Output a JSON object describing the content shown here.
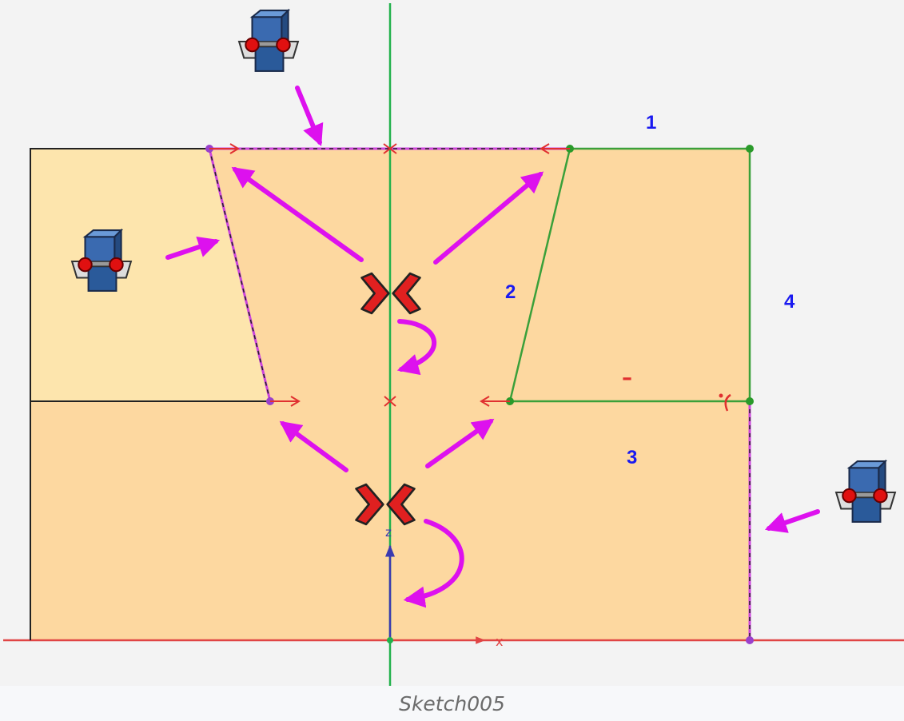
{
  "caption": "Sketch005",
  "labels": {
    "region_1": "1",
    "region_2": "2",
    "region_3": "3",
    "region_4": "4",
    "minus_sign": "–",
    "axis_x": "x",
    "axis_z": "z"
  },
  "colors": {
    "canvas_bg": "#f3f3f3",
    "fill_left_upper": "#fde5ad",
    "fill_main": "#fdd8a0",
    "construction_line": "#22b14c",
    "axis_x_line": "#e04444",
    "axis_z_line": "#3a3ab0",
    "edge_black": "#222222",
    "edge_selected": "#cc44dd",
    "edge_green": "#3aa03a",
    "annotation_arrow": "#dd11ee",
    "constraint_red": "#e03030",
    "region_label": "#1a1af0"
  },
  "icons": [
    "sketch-attachment-icon",
    "symmetry-constraint-icon",
    "curved-arrow-icon",
    "coincident-cross-icon",
    "perpendicular-icon"
  ]
}
